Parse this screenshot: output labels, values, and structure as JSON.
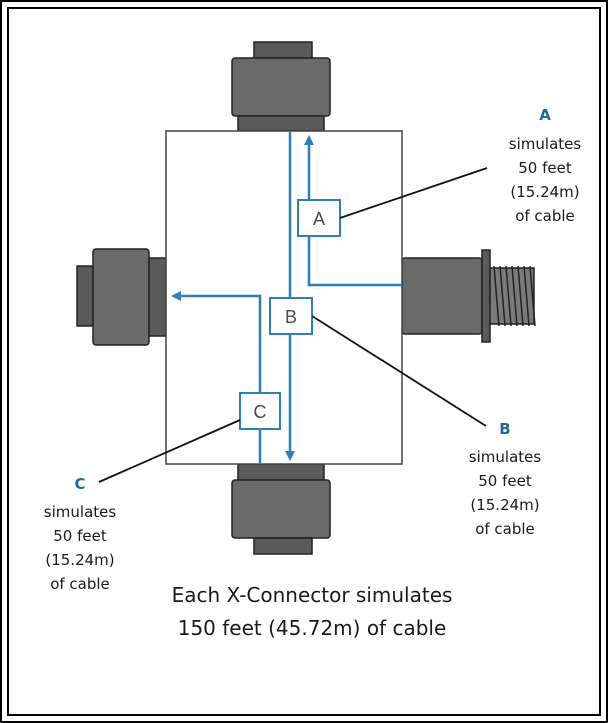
{
  "colors": {
    "accent_blue": "#2e7fb3",
    "letter_blue": "#1f6a9a",
    "connector_dark": "#5a5a5a",
    "connector_light": "#8a8a8a"
  },
  "diagram": {
    "segment_labels": {
      "a": "A",
      "b": "B",
      "c": "C"
    },
    "annotations": {
      "a": {
        "letter": "A",
        "lines": [
          "simulates",
          "50 feet",
          "(15.24m)",
          "of cable"
        ]
      },
      "b": {
        "letter": "B",
        "lines": [
          "simulates",
          "50 feet",
          "(15.24m)",
          "of cable"
        ]
      },
      "c": {
        "letter": "C",
        "lines": [
          "simulates",
          "50 feet",
          "(15.24m)",
          "of cable"
        ]
      }
    },
    "caption": {
      "line1": "Each X-Connector simulates",
      "line2": "150 feet (45.72m) of cable"
    }
  }
}
